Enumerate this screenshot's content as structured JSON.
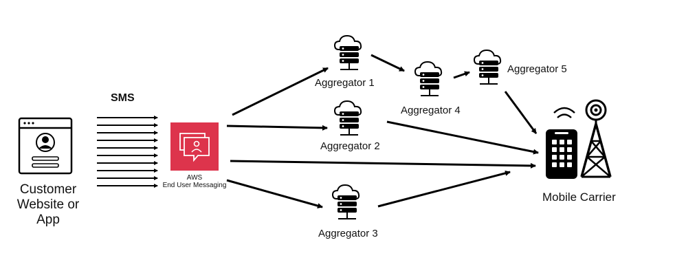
{
  "labels": {
    "sms": "SMS",
    "customer_line1": "Customer",
    "customer_line2": "Website or",
    "customer_line3": "App",
    "aws_line1": "AWS",
    "aws_line2": "End User Messaging",
    "aggregator_1": "Aggregator 1",
    "aggregator_2": "Aggregator 2",
    "aggregator_3": "Aggregator 3",
    "aggregator_4": "Aggregator 4",
    "aggregator_5": "Aggregator 5",
    "mobile_carrier": "Mobile Carrier"
  },
  "icons": {
    "customer": "browser-profile-icon",
    "aws": "end-user-messaging-icon",
    "aggregator": "cloud-server-icon",
    "carrier_phone": "mobile-phone-icon",
    "carrier_tower": "cell-tower-icon"
  },
  "colors": {
    "aws_brand": "#DD344C",
    "stroke": "#000000"
  }
}
